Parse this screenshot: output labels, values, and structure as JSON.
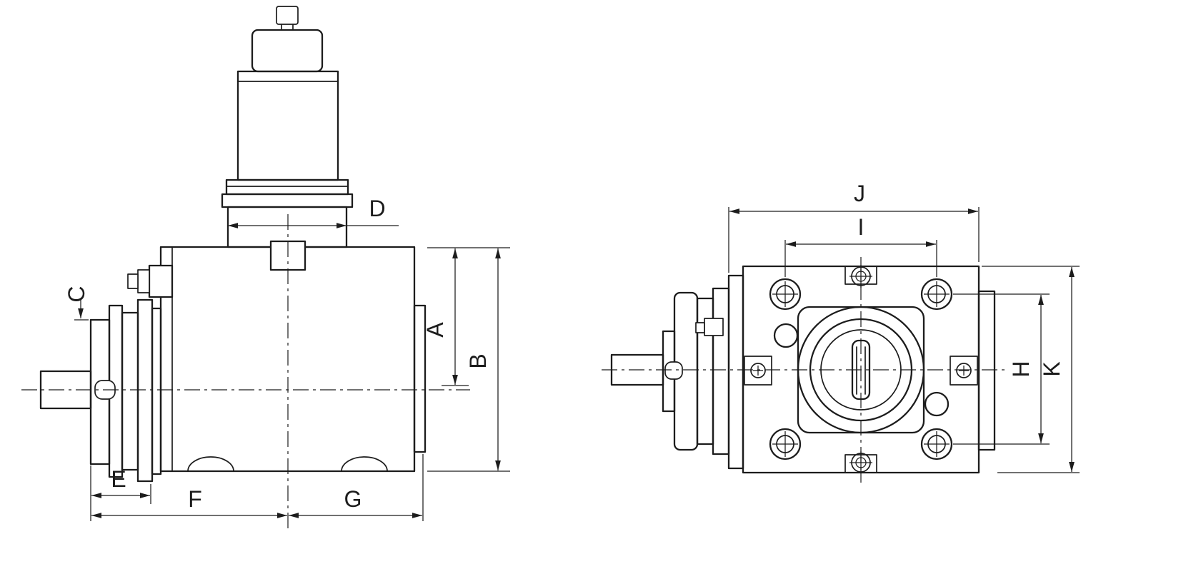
{
  "drawing": {
    "colors": {
      "line": "#1c1c1c",
      "background": "#ffffff"
    },
    "labels": {
      "A": "A",
      "B": "B",
      "C": "C",
      "D": "D",
      "E": "E",
      "F": "F",
      "G": "G",
      "H": "H",
      "I": "I",
      "J": "J",
      "K": "K"
    }
  }
}
